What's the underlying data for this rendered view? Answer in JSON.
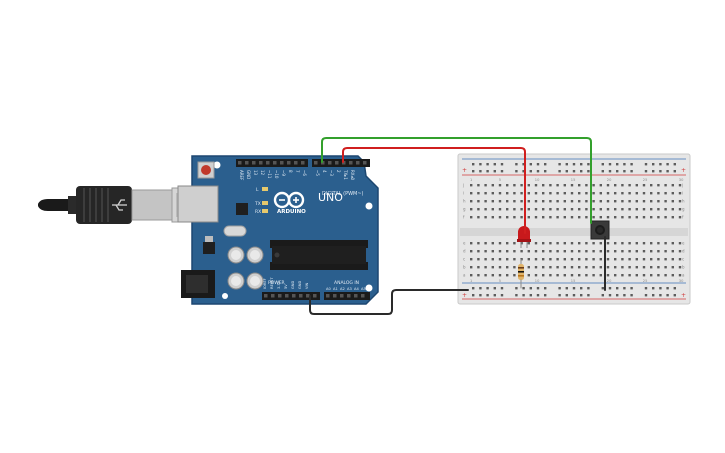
{
  "board": {
    "name": "UNO",
    "brand": "ARDUINO",
    "digital_label": "DIGITAL (PWM~)",
    "power_label": "POWER",
    "analog_label": "ANALOG IN",
    "led_labels": [
      "L",
      "TX",
      "RX"
    ],
    "digital_pins": [
      "AREF",
      "GND",
      "13",
      "12",
      "~11",
      "~10",
      "~9",
      "8",
      "7",
      "~6",
      "~5",
      "4",
      "~3",
      "2",
      "TX▸1",
      "RX◂0"
    ],
    "power_pins": [
      "IOREF",
      "RESET",
      "3.3V",
      "5V",
      "GND",
      "GND",
      "VIN"
    ],
    "analog_pins": [
      "A0",
      "A1",
      "A2",
      "A3",
      "A4",
      "A5"
    ],
    "on_label": "ON",
    "colors": {
      "board": "#2b5f8e",
      "board_dark": "#1d4770",
      "silk": "#dfe9f3"
    }
  },
  "breadboard": {
    "column_labels": [
      "1",
      "5",
      "10",
      "15",
      "20",
      "25",
      "30"
    ],
    "row_labels_top": [
      "j",
      "i",
      "h",
      "g",
      "f"
    ],
    "row_labels_bottom": [
      "e",
      "d",
      "c",
      "b",
      "a"
    ],
    "rail_plus": "+",
    "rail_minus": "-"
  },
  "components": {
    "led": {
      "color": "#c8191c"
    },
    "button": {
      "color": "#3a3a3a"
    },
    "resistor": {
      "color": "#e0b46a"
    }
  },
  "wires": {
    "green": "#33a02c",
    "red": "#d01f1f",
    "black": "#2a2a2a"
  },
  "usb": {
    "cable_color": "#222222",
    "connector_color": "#bfbfbf"
  }
}
